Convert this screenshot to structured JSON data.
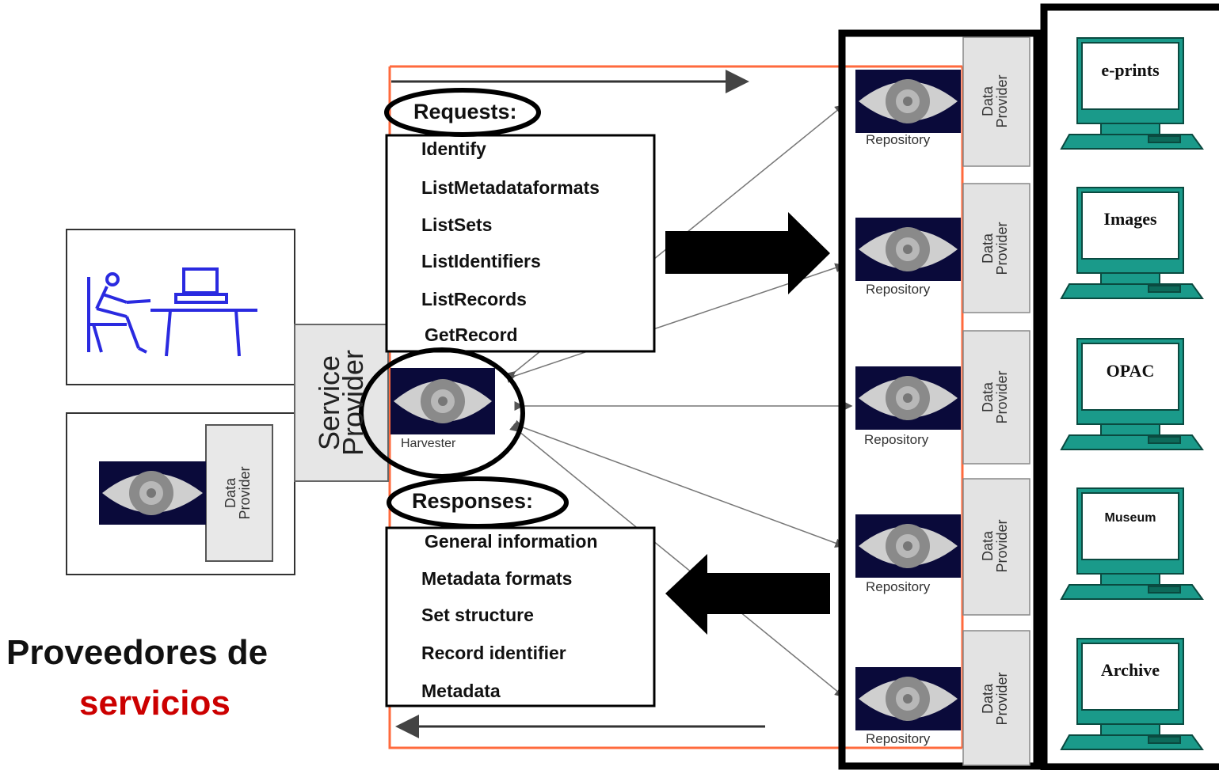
{
  "caption": {
    "line1": "Proveedores de",
    "line2": "servicios",
    "line2_color": "#cc0000"
  },
  "service_provider": {
    "line1": "Service",
    "line2": "Provider"
  },
  "harvester": {
    "label": "Harvester"
  },
  "left_data_provider": {
    "line1": "Data",
    "line2": "Provider"
  },
  "requests": {
    "title": "Requests:",
    "items": [
      "Identify",
      "ListMetadataformats",
      "ListSets",
      "ListIdentifiers",
      "ListRecords",
      "GetRecord"
    ]
  },
  "responses": {
    "title": "Responses:",
    "items": [
      "General information",
      "Metadata formats",
      "Set structure",
      "Record identifier",
      "Metadata"
    ]
  },
  "repositories": [
    {
      "caption": "Repository",
      "dp_line1": "Data",
      "dp_line2": "Provider"
    },
    {
      "caption": "Repository",
      "dp_line1": "Data",
      "dp_line2": "Provider"
    },
    {
      "caption": "Repository",
      "dp_line1": "Data",
      "dp_line2": "Provider"
    },
    {
      "caption": "Repository",
      "dp_line1": "Data",
      "dp_line2": "Provider"
    },
    {
      "caption": "Repository",
      "dp_line1": "Data",
      "dp_line2": "Provider"
    }
  ],
  "sources": [
    "e-prints",
    "Images",
    "OPAC",
    "Museum",
    "Archive"
  ],
  "colors": {
    "accent_line": "#ff6a3d",
    "computer": "#1a9a8a",
    "user_figure": "#2a2ae0",
    "eye_bg": "#0a0a3a"
  }
}
